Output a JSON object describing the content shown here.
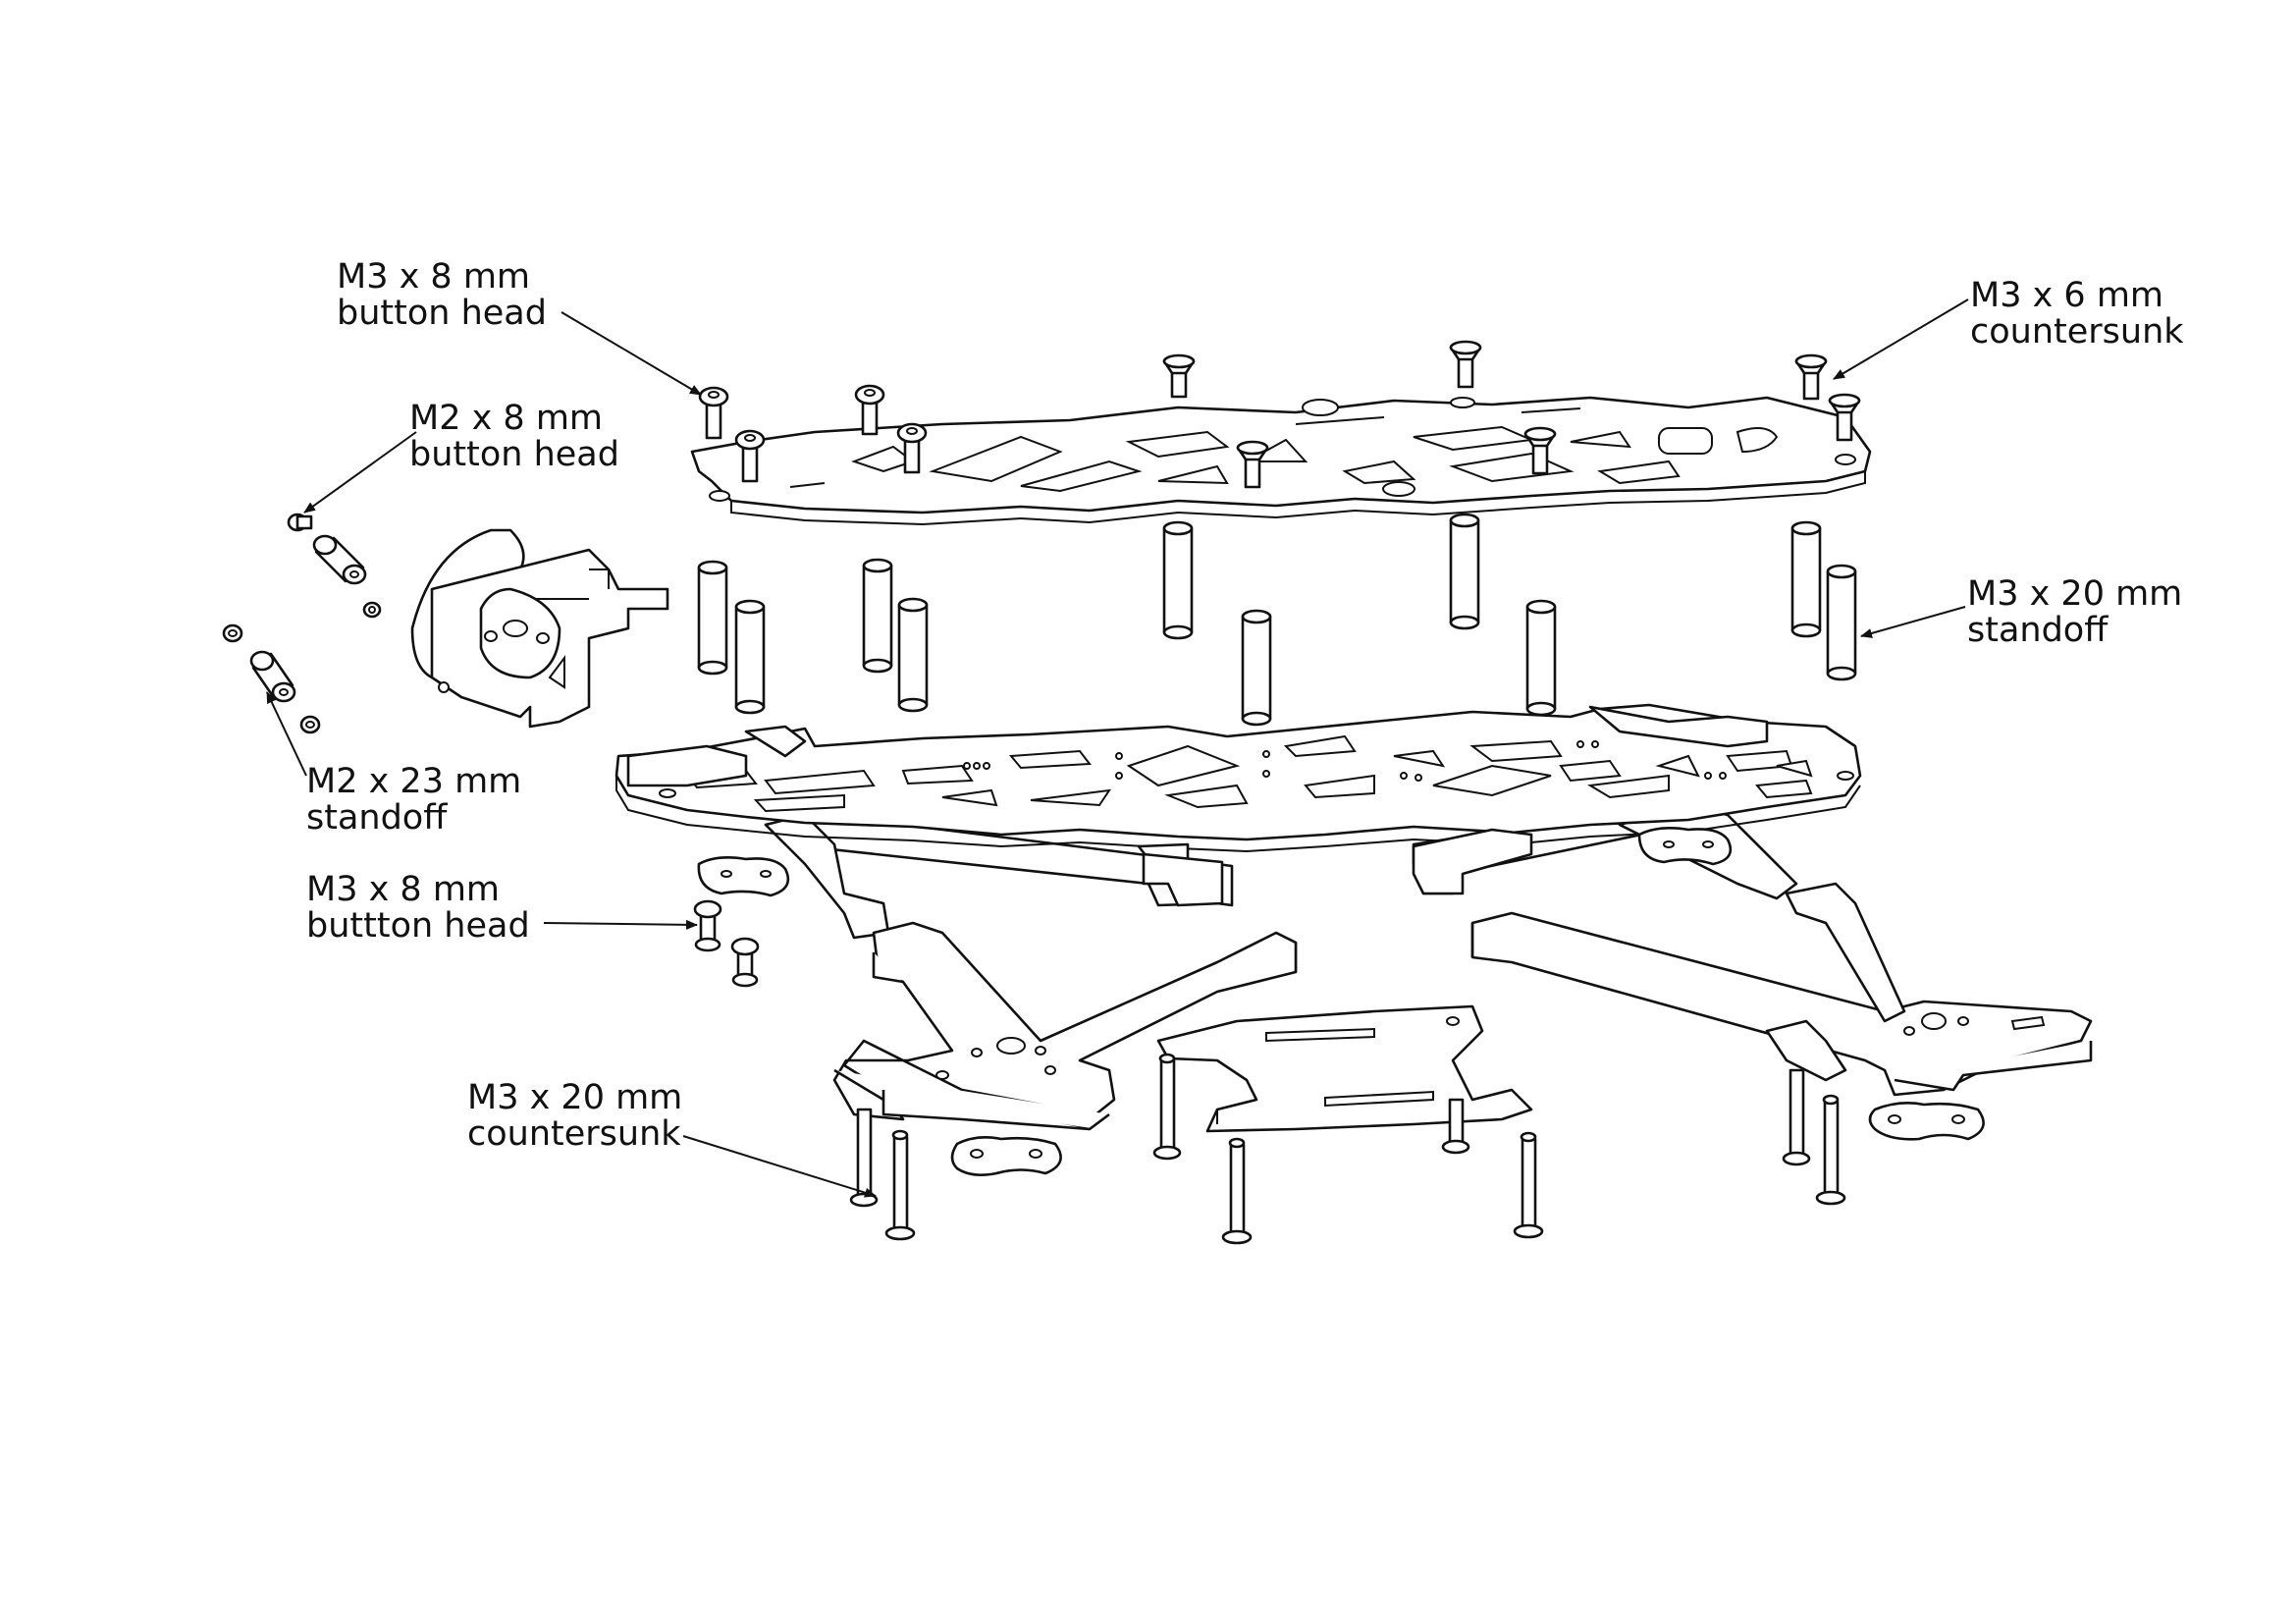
{
  "labels": {
    "top_button_screw": [
      "M3 x 8 mm",
      "button head"
    ],
    "m2_button_screw": [
      "M2 x 8 mm",
      "button head"
    ],
    "m2_standoff": [
      "M2 x 23 mm",
      "standoff"
    ],
    "mid_button_screw": [
      "M3 x 8 mm",
      "buttton head"
    ],
    "countersunk_20": [
      "M3 x 20 mm",
      "countersunk"
    ],
    "countersunk_6": [
      "M3 x 6 mm",
      "countersunk"
    ],
    "standoff_20": [
      "M3 x 20 mm",
      "standoff"
    ]
  }
}
